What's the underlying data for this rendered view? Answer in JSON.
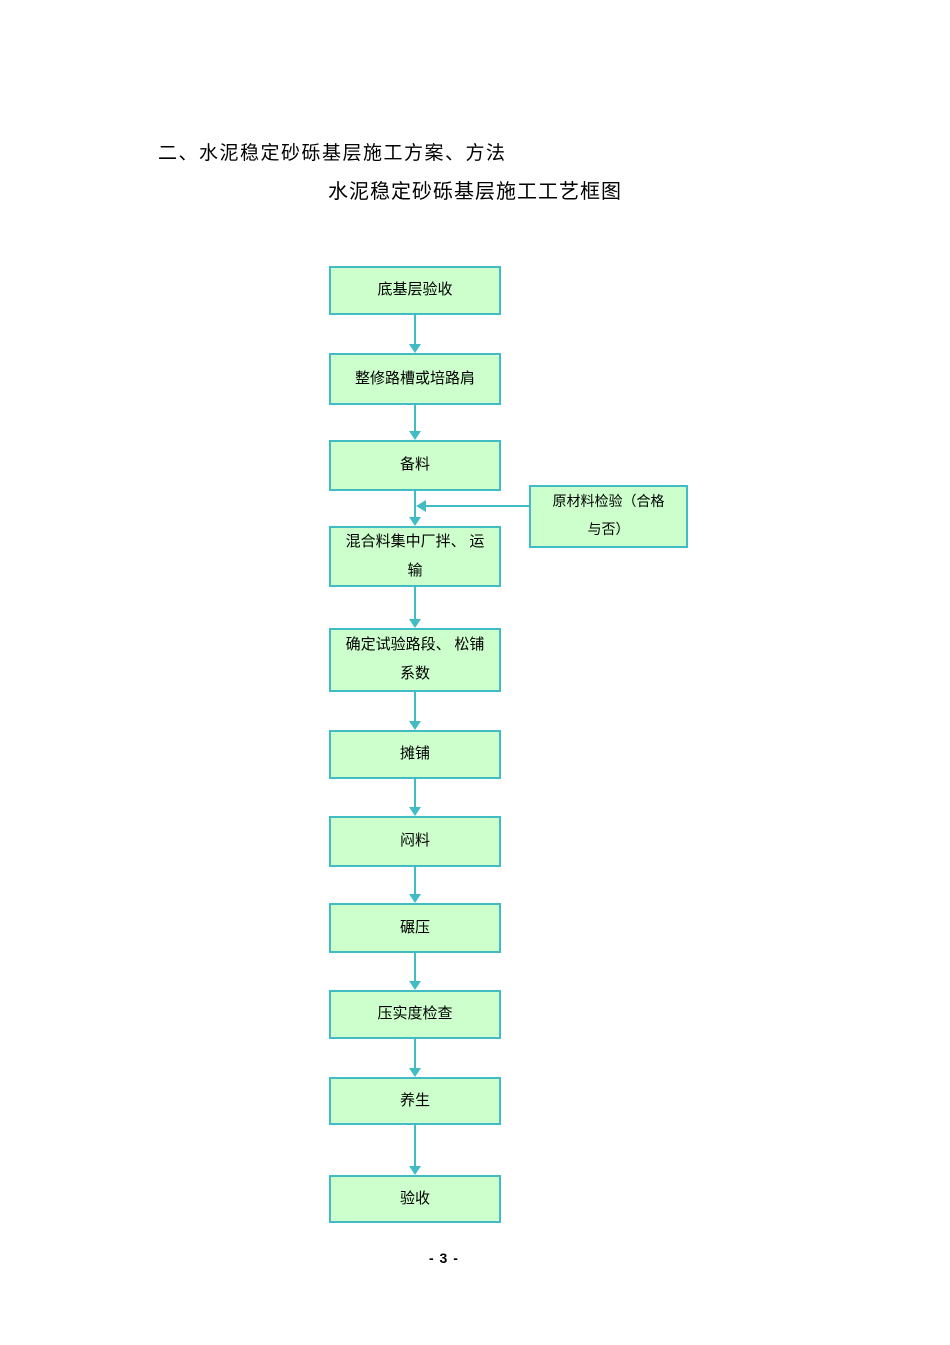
{
  "document": {
    "heading": "二、水泥稳定砂砾基层施工方案、方法",
    "subheading": "水泥稳定砂砾基层施工工艺框图",
    "page_number": "- 3 -"
  },
  "flowchart": {
    "steps": [
      {
        "lines": [
          "底基层验收"
        ]
      },
      {
        "lines": [
          "整修路槽或培路肩"
        ]
      },
      {
        "lines": [
          "备料"
        ]
      },
      {
        "lines": [
          "混合料集中厂拌、 运",
          "输"
        ]
      },
      {
        "lines": [
          "确定试验路段、 松铺",
          "系数"
        ]
      },
      {
        "lines": [
          "摊铺"
        ]
      },
      {
        "lines": [
          "闷料"
        ]
      },
      {
        "lines": [
          "碾压"
        ]
      },
      {
        "lines": [
          "压实度检查"
        ]
      },
      {
        "lines": [
          "养生"
        ]
      },
      {
        "lines": [
          "验收"
        ]
      }
    ],
    "side_note": {
      "lines": [
        "原材料检验（合格",
        "与否）"
      ]
    },
    "colors": {
      "box_fill": "#ccffcc",
      "box_border": "#42bcc4",
      "arrow": "#42bcc4"
    }
  }
}
